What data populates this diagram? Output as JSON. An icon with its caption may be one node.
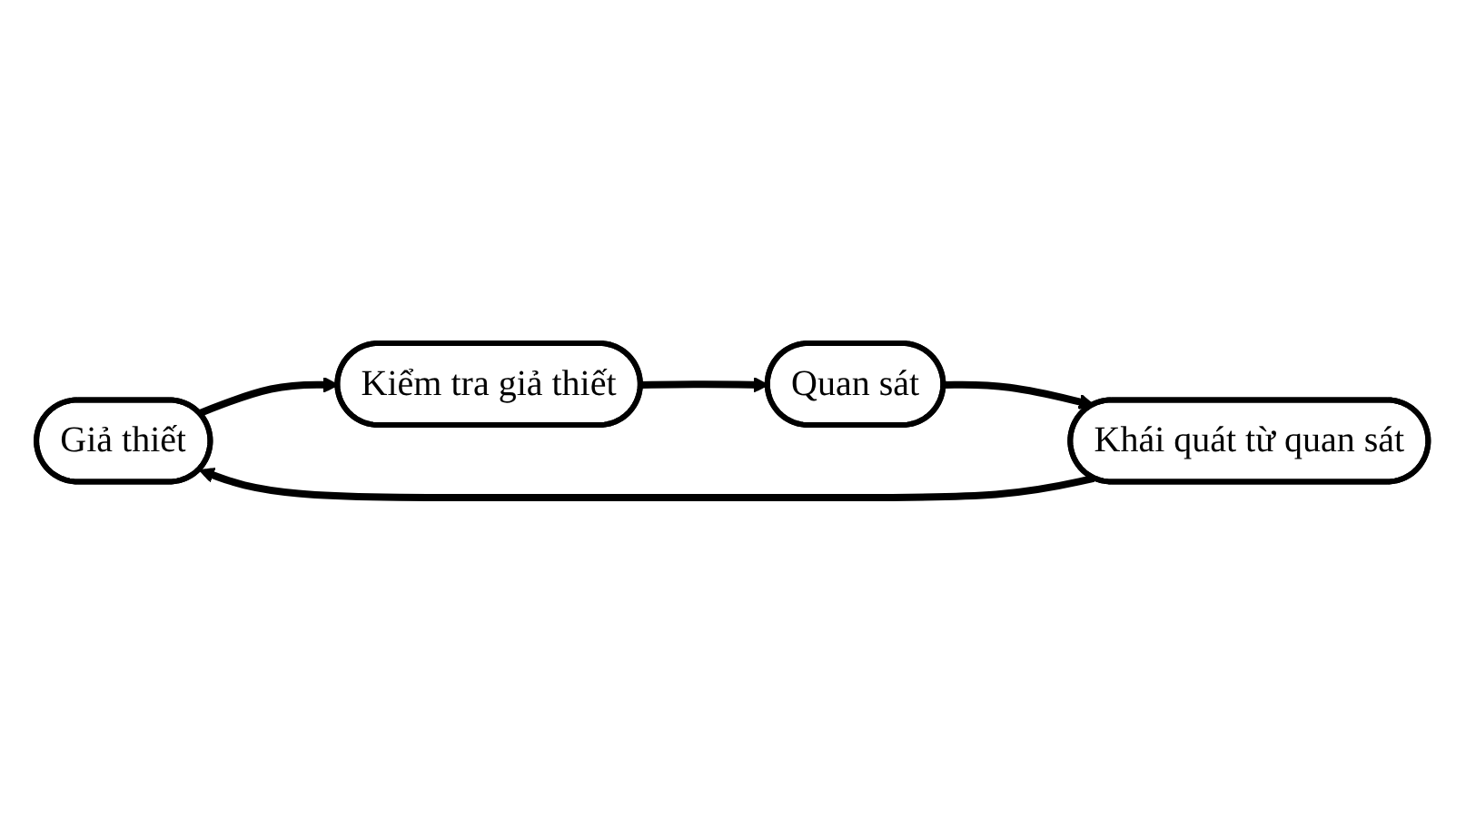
{
  "diagram": {
    "nodes": [
      {
        "text": [
          "Giả thiết"
        ]
      },
      {
        "text": [
          "Kiểm tra giả thiết"
        ]
      },
      {
        "text": [
          "Quan sát"
        ]
      },
      {
        "text": [
          "Khái quát từ quan sát"
        ]
      }
    ],
    "edges": [
      {
        "from": 0,
        "to": 1,
        "arrow": "to"
      },
      {
        "from": 1,
        "to": 2,
        "arrow": "to"
      },
      {
        "from": 2,
        "to": 3,
        "arrow": "to"
      },
      {
        "from": 3,
        "to": 0,
        "arrow": "to"
      }
    ]
  }
}
